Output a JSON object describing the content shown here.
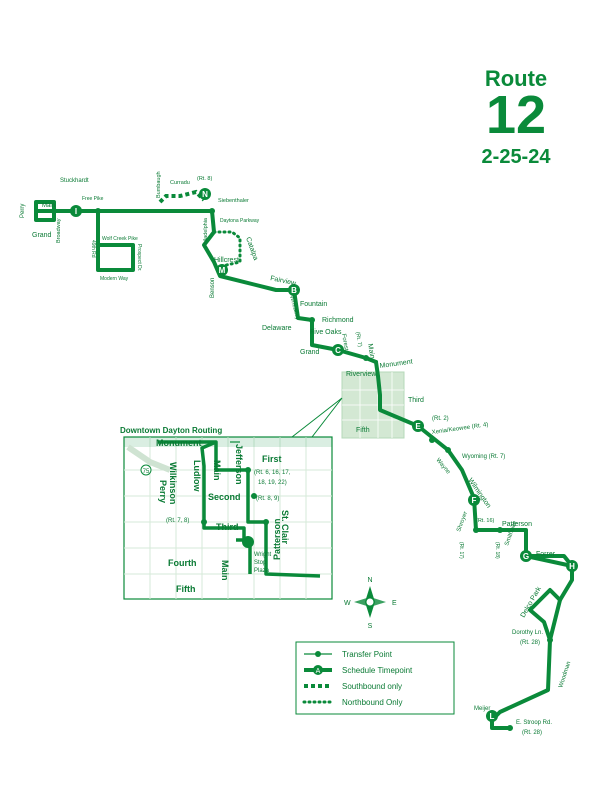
{
  "header": {
    "route_word": "Route",
    "route_number": "12",
    "date": "2-25-24"
  },
  "colors": {
    "route": "#0a8a3a",
    "text": "#0a7a34",
    "inset_bg": "#ffffff",
    "inset_grid": "#d6ead9",
    "highlight": "#d3e8d3"
  },
  "timepoints": {
    "I": "I",
    "N": "N",
    "M": "M",
    "B": "B",
    "C": "C",
    "E": "E",
    "F": "F",
    "G": "G",
    "H": "H",
    "L": "L"
  },
  "streets": {
    "perry": "Perry",
    "main_w": "Main",
    "grand_w": "Grand",
    "broadway": "Broadway",
    "stuckhardt": "Stuckhardt",
    "free_pike": "Free Pike",
    "rd_49": "49th Rd",
    "wolf_creek": "Wolf Creek Pike",
    "modern_way": "Modern Way",
    "prospect": "Prospect Dr.",
    "bumbaugh": "Bumbaugh",
    "curradu": "Curradu",
    "rt8": "(Rt. 8)",
    "siebenthaler": "Siebenthaler",
    "philadelphia": "Philadelphia",
    "daytona": "Daytona Parkway",
    "catalpa": "Catalpa",
    "hillcrest": "Hillcrest",
    "benson": "Benson",
    "fairview": "Fairview",
    "wheatley": "Wheatley",
    "fountain": "Fountain",
    "richmond": "Richmond",
    "delaware": "Delaware",
    "five_oaks": "Five Oaks",
    "forest": "Forest",
    "rt7_a": "(Rt. 7)",
    "grand": "Grand",
    "main": "Main",
    "monument": "Monument",
    "riverview": "Riverview",
    "third": "Third",
    "fifth": "Fifth",
    "rt2": "(Rt. 2)",
    "xenia": "Xenia/Keowee (Rt. 4)",
    "wayne": "Wayne",
    "wyoming": "Wyoming (Rt. 7)",
    "wilmington": "Wilmington",
    "shroyer": "Shroyer",
    "rt16": "(Rt. 16)",
    "patterson": "Patterson",
    "rt17": "(Rt. 17)",
    "rt18": "(Rt. 18)",
    "smithville": "Smithville",
    "forrer": "Forrer",
    "delco_park": "Delco Park",
    "dorothy": "Dorothy Ln.",
    "rt28_a": "(Rt. 28)",
    "woodman": "Woodman",
    "meijer": "Meijer",
    "e_stroop": "E. Stroop Rd.",
    "rt28_b": "(Rt. 28)"
  },
  "inset": {
    "title": "Downtown Dayton Routing",
    "monument": "Monument",
    "main": "Main",
    "ludlow": "Ludlow",
    "jefferson": "Jefferson",
    "first": "First",
    "first_routes": "(Rt. 6, 16, 17,",
    "first_routes2": "18, 19, 22)",
    "wilkinson": "Wilkinson",
    "perry": "Perry",
    "second": "Second",
    "second_routes": "(Rt. 8, 9)",
    "rt78": "(Rt. 7, 8)",
    "third": "Third",
    "st_clair": "St. Clair",
    "fourth": "Fourth",
    "main_lower": "Main",
    "wright_stop": "Wright",
    "wright_stop2": "Stop",
    "wright_stop3": "Plaza",
    "patterson": "Patterson",
    "fifth": "Fifth",
    "interstate": "75"
  },
  "compass": {
    "n": "N",
    "s": "S",
    "e": "E",
    "w": "W"
  },
  "legend": {
    "transfer": "Transfer Point",
    "timepoint": "Schedule Timepoint",
    "timepoint_letter": "A",
    "southbound": "Southbound only",
    "northbound": "Northbound Only"
  }
}
